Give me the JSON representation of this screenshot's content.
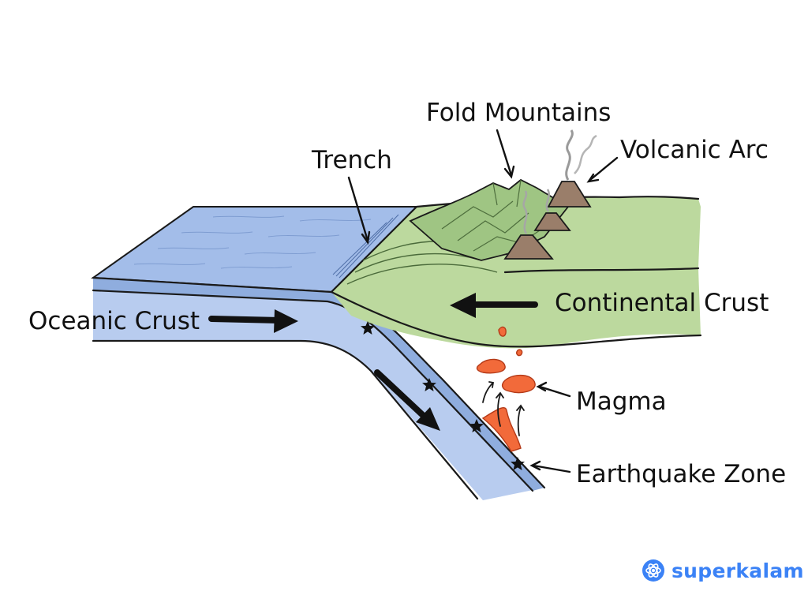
{
  "labels": {
    "fold_mountains": "Fold Mountains",
    "volcanic_arc": "Volcanic Arc",
    "trench": "Trench",
    "continental_crust": "Continental Crust",
    "oceanic_crust": "Oceanic Crust",
    "magma": "Magma",
    "earthquake_zone": "Earthquake Zone"
  },
  "logo": {
    "text": "superkalam",
    "icon": "atom-icon",
    "color": "#3b82f6"
  },
  "colors": {
    "ocean_top": "#9fbbe8",
    "ocean_slab": "#b4c9ef",
    "continent": "#b8d79a",
    "magma": "#f26a3a",
    "outline": "#1a1a1a"
  }
}
